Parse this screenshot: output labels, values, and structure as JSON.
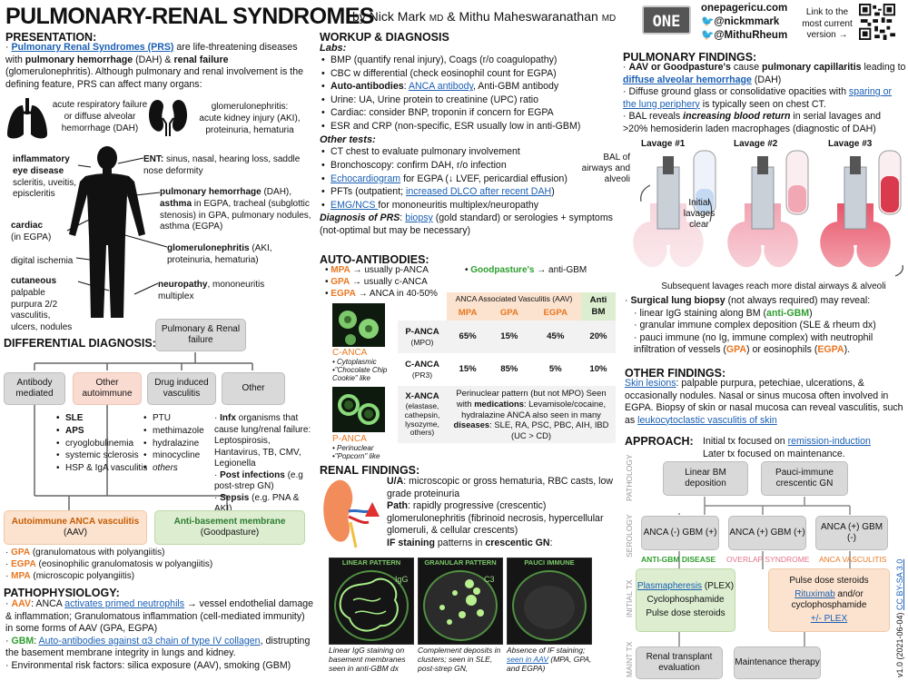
{
  "header": {
    "title": "PULMONARY-RENAL SYNDROMES",
    "by": "by Nick Mark",
    "md1": "MD",
    "amp": "& Mithu Maheswaranathan",
    "md2": "MD",
    "logo": "ONE",
    "site": "onepagericu.com",
    "twitter1": "@nickmmark",
    "twitter2": "@MithuRheum",
    "qr_note": "Link to the most current version →"
  },
  "presentation": {
    "heading": "PRESENTATION:",
    "intro_link": "Pulmonary Renal Syndromes (PRS)",
    "intro_1": " are life-threatening diseases with ",
    "intro_b1": "pulmonary hemorrhage",
    "intro_2": " (DAH) & ",
    "intro_b2": "renal failure",
    "intro_3": " (glomerulonephritis). Although pulmonary and renal involvement is the defining feature, PRS can affect many organs:",
    "lung_text": "acute respiratory failure or diffuse alveolar hemorrhage (DAH)",
    "kidney_label": "glomerulonephritis:",
    "kidney_text": "acute kidney injury (AKI), proteinuria, hematuria",
    "eye_b": "inflammatory eye disease",
    "eye_t": "scleritis, uveitis, episcleritis",
    "ent_b": "ENT:",
    "ent_t": " sinus, nasal, hearing loss, saddle nose deformity",
    "cardiac_b": "cardiac",
    "cardiac_t": "(in EGPA)",
    "isch_b": "digital ischemia",
    "cut_b": "cutaneous",
    "cut_t": "palpable purpura 2/2 vasculitis, ulcers, nodules",
    "ph_b": "pulmonary hemorrhage",
    "ph_t1": " (DAH), ",
    "ph_b2": "asthma",
    "ph_t2": " in EGPA, tracheal (subglottic stenosis) in GPA, pulmonary nodules, asthma (EGPA)",
    "gn_b": "glomerulonephritis",
    "gn_t": " (AKI, proteinuria, hematuria)",
    "neuro_b": "neuropathy",
    "neuro_t": ", mononeuritis multiplex"
  },
  "differential": {
    "heading": "DIFFERENTIAL DIAGNOSIS:",
    "root": "Pulmonary & Renal failure",
    "c1": "Antibody mediated",
    "c2": "Other autoimmune",
    "c3": "Drug induced vasculitis",
    "c4": "Other",
    "list1": [
      "SLE",
      "APS",
      "cryoglobulinemia",
      "systemic sclerosis",
      "HSP & IgA vasculitis"
    ],
    "list2": [
      "PTU",
      "methimazole",
      "hydralazine",
      "minocycline",
      "others"
    ],
    "infx_b": "Infx",
    "infx_t": " organisms that cause lung/renal failure: Leptospirosis, Hantavirus, TB, CMV, Legionella",
    "pi_b": "Post infections",
    "pi_t": " (e.g post-strep GN)",
    "sep_b": "Sepsis",
    "sep_t": " (e.g. PNA & AKI)",
    "aav_b": "Autoimmune ANCA vasculitis",
    "aav_t": "(AAV)",
    "gbm_b": "Anti-basement membrane",
    "gbm_t": "(Goodpasture)",
    "gpa_b": "GPA",
    "gpa_t": " (granulomatous with polyangiitis)",
    "egpa_b": "EGPA",
    "egpa_t": " (eosinophilic granulomatosis w polyangiitis)",
    "mpa_b": "MPA",
    "mpa_t": " (microscopic polyangiitis)"
  },
  "patho": {
    "heading": "PATHOPHYSIOLOGY:",
    "aav_b": "AAV",
    "aav_t1": ": ANCA ",
    "aav_link": "activates primed neutrophils",
    "aav_t2": " → vessel endothelial damage & inflammation; Granulomatous inflammation (cell-mediated immunity) in some forms of AAV (GPA, EGPA)",
    "gbm_b": "GBM",
    "gbm_t1": ": ",
    "gbm_link": "Auto-antibodies against α3 chain of type IV collagen",
    "gbm_t2": ", distrupting the basement membrane integrity in lungs and kidney.",
    "env": "Environmental risk factors: silica exposure (AAV), smoking (GBM)"
  },
  "workup": {
    "heading": "WORKUP & DIAGNOSIS",
    "labs_h": "Labs:",
    "labs": [
      "BMP (quantify renal injury), Coags (r/o coagulopathy)",
      "CBC w differential (check eosinophil count for EGPA)"
    ],
    "auto_b": "Auto-antibodies",
    "auto_link": "ANCA antibody",
    "auto_t": ", Anti-GBM antibody",
    "labs2": [
      "Urine: UA, Urine protein to creatinine (UPC) ratio",
      "Cardiac: consider BNP, troponin if concern for EGPA",
      "ESR and CRP (non-specific, ESR usually low in anti-GBM)"
    ],
    "other_h": "Other tests:",
    "other1": "CT chest to evaluate pulmonary involvement",
    "other2": "Bronchoscopy: confirm DAH, r/o infection",
    "echo_link": "Echocardiogram",
    "echo_t": " for EGPA (↓ LVEF, pericardial effusion)",
    "pft_t": "PFTs (outpatient; ",
    "pft_link": "increased DLCO after recent DAH",
    "pft_t2": ")",
    "emg_link": "EMG/NCS ",
    "emg_t": "for mononeuritis multiplex/neuropathy",
    "dx_b": "Diagnosis of PRS",
    "dx_t1": ": ",
    "dx_link": "biopsy",
    "dx_t2": " (gold standard) or serologies + symptoms (not-optimal but may be necessary)"
  },
  "autoab": {
    "heading": "AUTO-ANTIBODIES:",
    "mpa": "MPA",
    "mpa_t": " → usually p-ANCA",
    "gpa": "GPA",
    "gpa_t": " → usually c-ANCA",
    "egpa": "EGPA",
    "egpa_t": " → ANCA in 40-50%",
    "gp": "Goodpasture's",
    "gp_t": " → anti-GBM",
    "canca_title": "C-ANCA",
    "canca_notes": [
      "• Cytoplasmic",
      "•\"Chocolate Chip Cookie\" like"
    ],
    "panca_title": "P-ANCA",
    "panca_notes": [
      "• Perinuclear",
      "•\"Popcorn\" like"
    ],
    "table": {
      "aav_hdr": "ANCA Associated Vasculitis (AAV)",
      "cols": [
        "MPA",
        "GPA",
        "EGPA"
      ],
      "antigbm": "Anti BM",
      "rows": [
        {
          "name": "P-ANCA",
          "sub": "(MPO)",
          "vals": [
            "65%",
            "15%",
            "45%",
            "20%"
          ]
        },
        {
          "name": "C-ANCA",
          "sub": "(PR3)",
          "vals": [
            "15%",
            "85%",
            "5%",
            "10%"
          ]
        }
      ],
      "xanca_name": "X-ANCA",
      "xanca_sub": "(elastase, cathepsin, lysozyme, others)",
      "xanca_t1": "Perinuclear pattern (but not MPO) Seen with ",
      "xanca_b1": "medications",
      "xanca_t2": ": Levamisole/cocaine, hydralazine ANCA also seen in many ",
      "xanca_b2": "diseases",
      "xanca_t3": ": SLE, RA, PSC, PBC, AIH, IBD (UC > CD)"
    }
  },
  "renal": {
    "heading": "RENAL FINDINGS:",
    "ua_b": "U/A",
    "ua_t": ": microscopic or gross hematuria, RBC casts, low grade proteinuria",
    "path_b": "Path",
    "path_t": ": rapidly progressive (crescentic) glomerulonephritis (fibrinoid necrosis, hypercellular glomeruli, & cellular crescents)",
    "if_b1": "IF staining",
    "if_t": " patterns in ",
    "if_b2": "crescentic GN",
    "if_colon": ":",
    "patterns": [
      "LINEAR PATTERN",
      "GRANULAR PATTERN",
      "PAUCI IMMUNE"
    ],
    "p1_igg": "IgG",
    "p2_c3": "C3",
    "cap1": "Linear IgG staining on basement membranes seen in anti-GBM dx",
    "cap2": "Complement deposits in clusters; seen in SLE, post-strep GN,",
    "cap3a": "Absence of IF staining; ",
    "cap3_link": "seen in AAV",
    "cap3b": " (MPA, GPA, and EGPA)"
  },
  "pulm": {
    "heading": "PULMONARY FINDINGS:",
    "p1_b": "AAV or Goodpasture's",
    "p1_t1": " cause ",
    "p1_b2": "pulmonary capillaritis",
    "p1_t2": " leading to ",
    "p1_link": "diffuse alveolar hemorrhage",
    "p1_t3": " (DAH)",
    "p2_t": "Diffuse ground glass or consolidative opacities with ",
    "p2_link": "sparing or the lung periphery",
    "p2_t2": " is typically seen on chest CT.",
    "p3_t": "BAL reveals ",
    "p3_b": "increasing blood return",
    "p3_t2": " in serial lavages and >20% hemosiderin laden macrophages (diagnostic of DAH)",
    "lav1": "Lavage #1",
    "lav2": "Lavage #2",
    "lav3": "Lavage #3",
    "bal_note": "BAL of airways and alveoli",
    "init_note": "Initial lavages clear",
    "sub_note": "Subsequent lavages reach more distal airways & alveoli",
    "bx_b": "Surgical lung biopsy",
    "bx_t": " (not always required) may reveal:",
    "bx1": "linear IgG staining along BM (",
    "bx1_g": "anti-GBM",
    "bx1_e": ")",
    "bx2": "granular immune complex deposition (SLE & rheum dx)",
    "bx3": "pauci immune (no Ig, immune complex) with neutrophil infiltration of vessels (",
    "bx3_o1": "GPA",
    "bx3_m": ") or eosinophils (",
    "bx3_o2": "EGPA",
    "bx3_e": ")."
  },
  "other": {
    "heading": "OTHER FINDINGS:",
    "skin_link": "Skin lesions",
    "skin_t": ": palpable purpura, petechiae, ulcerations, & occasionally nodules. Nasal or sinus mucosa often involved in EGPA. Biopsy of skin or nasal mucosa can reveal vasculitis, such as ",
    "skin_link2": "leukocytoclastic vasculitis of skin"
  },
  "approach": {
    "heading": "APPROACH:",
    "t1": "Initial tx focused on ",
    "t1_link": "remission-induction",
    "t2": "Later tx focused on maintenance.",
    "side": [
      "PATHOLOGY",
      "SEROLOGY",
      "INITIAL TX",
      "MAINT TX"
    ],
    "path1": "Linear BM deposition",
    "path2": "Pauci-immune crescentic GN",
    "ser1": "ANCA (-) GBM (+)",
    "ser2": "ANCA (+) GBM (+)",
    "ser3": "ANCA (+) GBM (-)",
    "lab1": "ANTI-GBM DISEASE",
    "lab2": "OVERLAP SYNDROME",
    "lab3": "ANCA VASCULITIS",
    "tx1_link": "Plasmapheresis",
    "tx1_t": " (PLEX)",
    "tx1_b": "Cyclophosphamide",
    "tx1_c": "Pulse dose steroids",
    "tx2_a": "Pulse dose steroids",
    "tx2_link": "Rituximab",
    "tx2_b": " and/or cyclophosphamide",
    "tx2_link2": "+/- PLEX",
    "m1": "Renal transplant evaluation",
    "m2": "Maintenance therapy",
    "version": "v1.0 (2021-06-04) ",
    "license": "CC BY-SA 3.0"
  }
}
